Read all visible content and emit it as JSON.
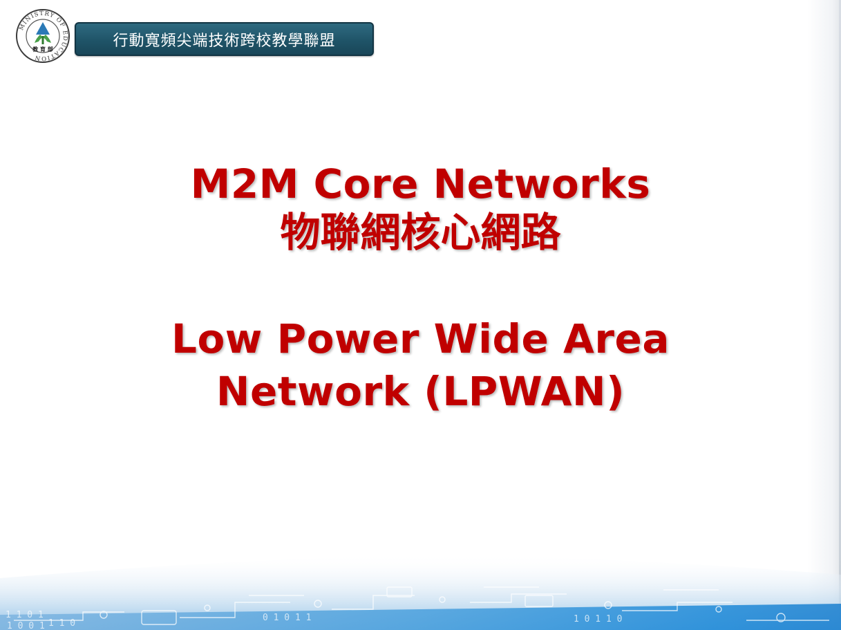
{
  "header": {
    "logo_icon": "ministry-of-education-seal",
    "logo_text_outer": "MINISTRY OF EDUCATION",
    "logo_text_inner": "教育部",
    "banner_text": "行動寬頻尖端技術跨校教學聯盟"
  },
  "slide": {
    "title_line1": "M2M Core Networks",
    "title_line2": "物聯網核心網路",
    "subtitle_line1": "Low Power Wide Area",
    "subtitle_line2": "Network (LPWAN)"
  },
  "colors": {
    "title": "#c00000",
    "banner_bg": "#1f5468",
    "footer_band": "#2a8fd6"
  },
  "footer": {
    "art_icon": "circuit-binary-pattern"
  }
}
